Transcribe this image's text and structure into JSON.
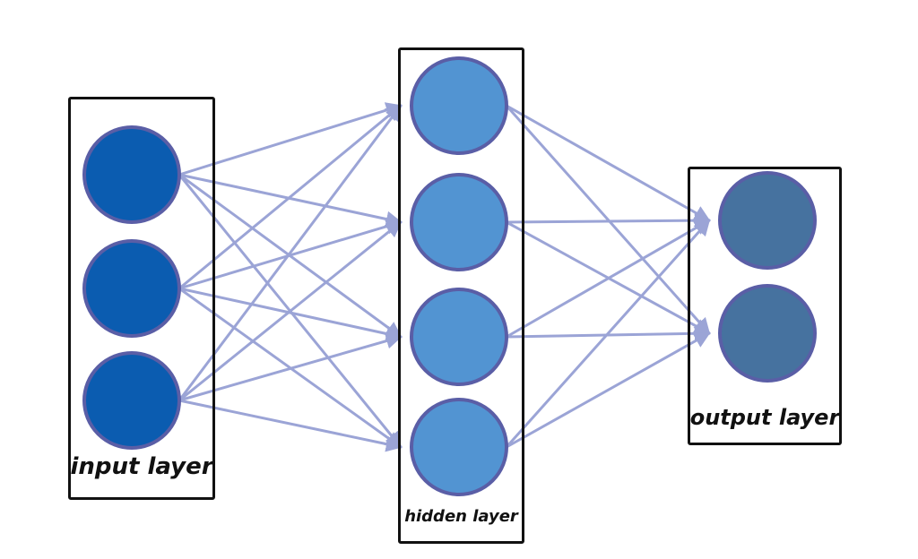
{
  "diagram": {
    "layers": [
      {
        "id": "input",
        "label": "input layer",
        "nodes": 3,
        "color": "#0b5cb0"
      },
      {
        "id": "hidden",
        "label": "hidden layer",
        "nodes": 4,
        "color": "#5294d2"
      },
      {
        "id": "output",
        "label": "output layer",
        "nodes": 2,
        "color": "#46729f"
      }
    ],
    "node_border_color": "#5a5ea6",
    "connection_color": "#9ba4d6",
    "connections": "fully-connected"
  }
}
